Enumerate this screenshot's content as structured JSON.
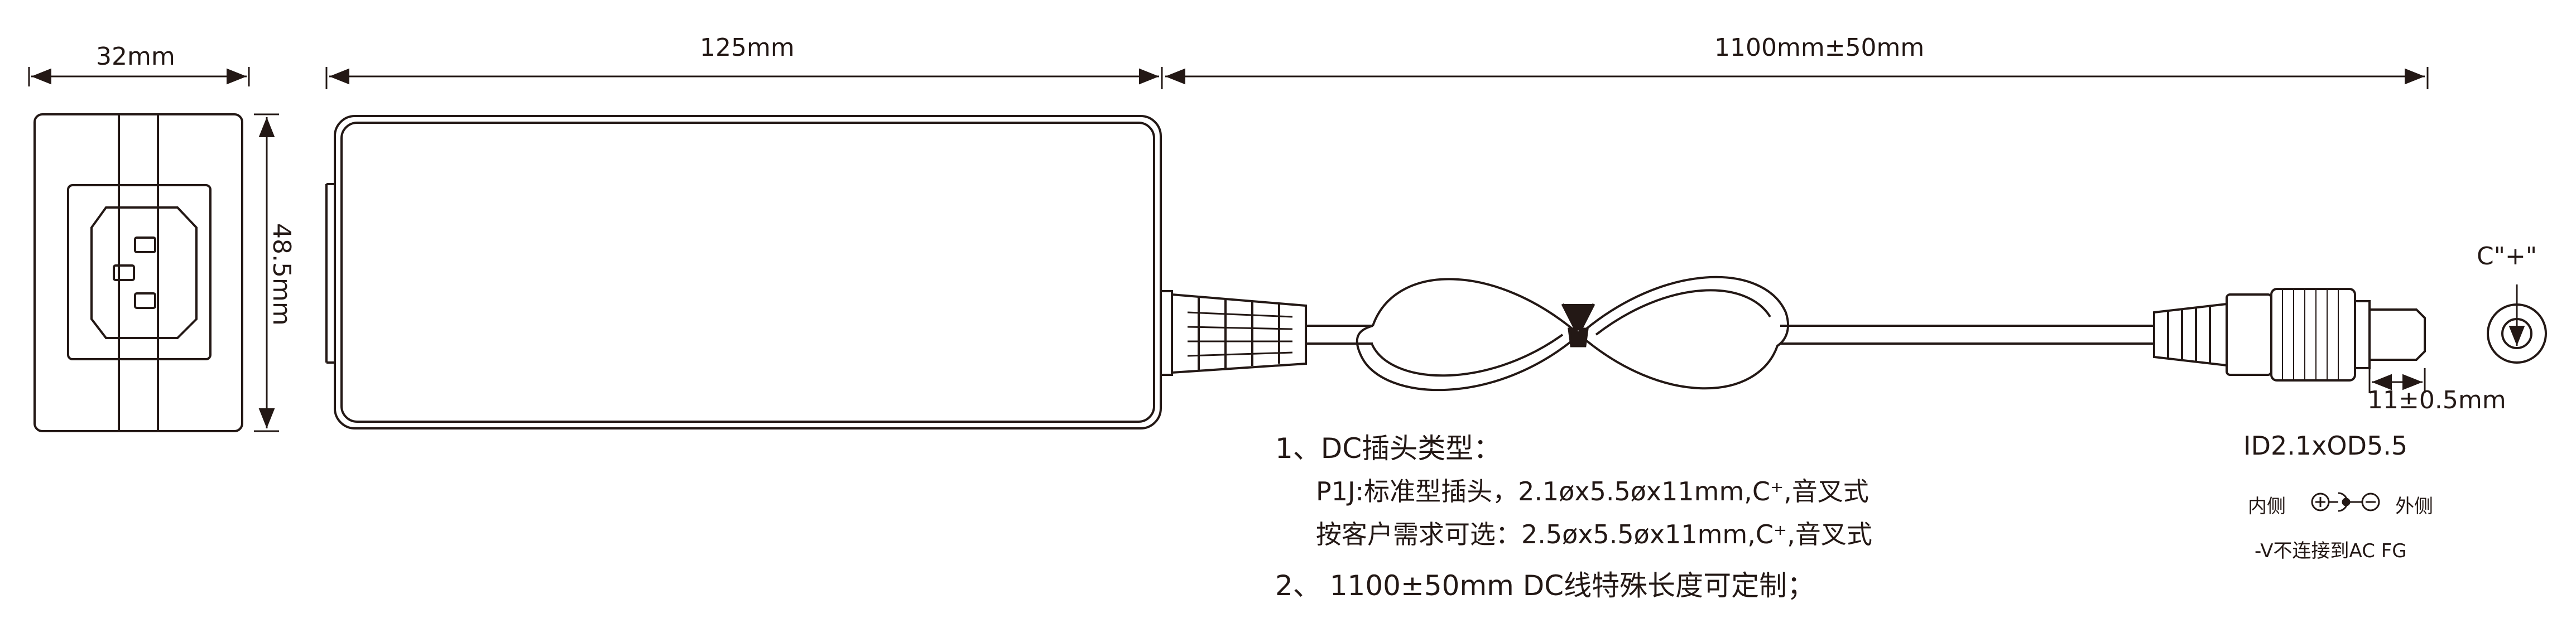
{
  "dimensions": {
    "width_32": "32mm",
    "height_48_5": "48.5mm",
    "length_125": "125mm",
    "cable_1100": "1100mm±50mm",
    "tip_11": "11±0.5mm"
  },
  "polarity": {
    "center_label": "C\"+\"",
    "id_od": "ID2.1xOD5.5",
    "inner_label": "内侧",
    "outer_label": "外侧",
    "note": "-V不连接到AC FG"
  },
  "notes": {
    "item1_title": "1、DC插头类型：",
    "item1_line1": "P1J:标准型插头，2.1øx5.5øx11mm,C⁺,音叉式",
    "item1_line2": "按客户需求可选：2.5øx5.5øx11mm,C⁺,音叉式",
    "item2": "2、 1100±50mm  DC线特殊长度可定制；"
  }
}
